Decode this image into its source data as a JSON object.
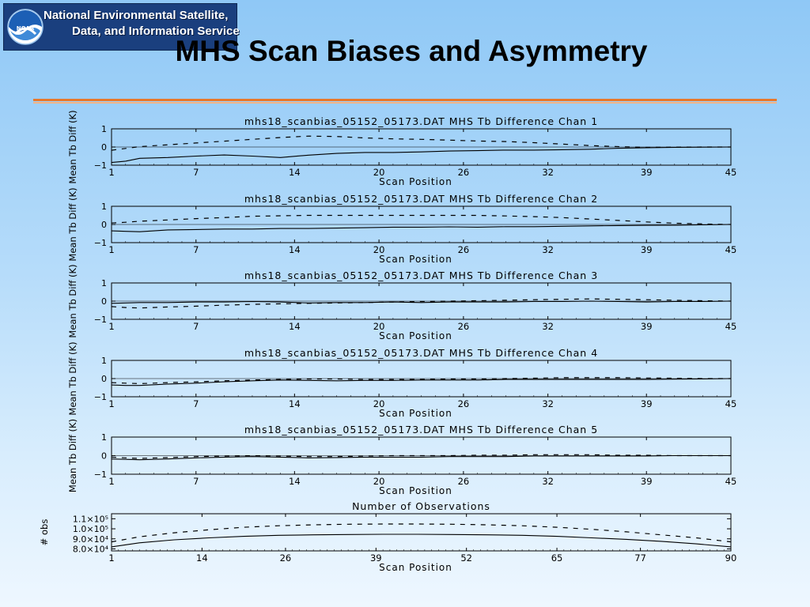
{
  "header": {
    "logo_line1": "National Environmental Satellite,",
    "logo_line2": "Data, and Information Service",
    "logo_emblem_text": "NOAA",
    "title": "MHS Scan Biases and Asymmetry"
  },
  "chart_data": [
    {
      "type": "line",
      "title": "mhs18_scanbias_05152_05173.DAT MHS Tb Difference Chan  1",
      "xlabel": "Scan Position",
      "ylabel": "Mean Tb Diff (K)",
      "xlim": [
        1,
        45
      ],
      "ylim": [
        -1,
        1
      ],
      "xticks": [
        1,
        7,
        14,
        20,
        26,
        32,
        39,
        45
      ],
      "yticks": [
        1,
        0,
        -1
      ],
      "x": [
        1,
        2,
        3,
        5,
        7,
        9,
        11,
        13,
        15,
        17,
        19,
        21,
        23,
        25,
        27,
        29,
        31,
        33,
        35,
        37,
        39,
        41,
        43,
        45
      ],
      "series": [
        {
          "style": "solid",
          "values": [
            -0.85,
            -0.78,
            -0.62,
            -0.58,
            -0.5,
            -0.44,
            -0.5,
            -0.58,
            -0.45,
            -0.35,
            -0.3,
            -0.3,
            -0.27,
            -0.22,
            -0.2,
            -0.17,
            -0.17,
            -0.15,
            -0.12,
            -0.07,
            -0.04,
            -0.02,
            -0.01,
            0.0
          ]
        },
        {
          "style": "dashed",
          "values": [
            -0.18,
            -0.08,
            0.02,
            0.12,
            0.22,
            0.32,
            0.42,
            0.52,
            0.6,
            0.58,
            0.5,
            0.45,
            0.42,
            0.38,
            0.33,
            0.3,
            0.24,
            0.16,
            0.08,
            0.02,
            -0.02,
            -0.01,
            0.0,
            0.0
          ]
        }
      ]
    },
    {
      "type": "line",
      "title": "mhs18_scanbias_05152_05173.DAT MHS Tb Difference Chan  2",
      "xlabel": "Scan Position",
      "ylabel": "Mean Tb Diff (K)",
      "xlim": [
        1,
        45
      ],
      "ylim": [
        -1,
        1
      ],
      "xticks": [
        1,
        7,
        14,
        20,
        26,
        32,
        39,
        45
      ],
      "yticks": [
        1,
        0,
        -1
      ],
      "x": [
        1,
        2,
        3,
        5,
        7,
        9,
        11,
        13,
        15,
        17,
        19,
        21,
        23,
        25,
        27,
        29,
        31,
        33,
        35,
        37,
        39,
        41,
        43,
        45
      ],
      "series": [
        {
          "style": "solid",
          "values": [
            -0.35,
            -0.38,
            -0.4,
            -0.3,
            -0.28,
            -0.25,
            -0.25,
            -0.22,
            -0.22,
            -0.2,
            -0.18,
            -0.15,
            -0.15,
            -0.13,
            -0.15,
            -0.12,
            -0.12,
            -0.1,
            -0.08,
            -0.06,
            -0.05,
            -0.04,
            -0.02,
            0.0
          ]
        },
        {
          "style": "dashed",
          "values": [
            0.08,
            0.12,
            0.18,
            0.25,
            0.32,
            0.38,
            0.45,
            0.48,
            0.5,
            0.5,
            0.5,
            0.5,
            0.5,
            0.5,
            0.5,
            0.47,
            0.43,
            0.38,
            0.3,
            0.22,
            0.14,
            0.07,
            0.03,
            0.0
          ]
        }
      ]
    },
    {
      "type": "line",
      "title": "mhs18_scanbias_05152_05173.DAT MHS Tb Difference Chan  3",
      "xlabel": "Scan Position",
      "ylabel": "Mean Tb Diff (K)",
      "xlim": [
        1,
        45
      ],
      "ylim": [
        -1,
        1
      ],
      "xticks": [
        1,
        7,
        14,
        20,
        26,
        32,
        39,
        45
      ],
      "yticks": [
        1,
        0,
        -1
      ],
      "x": [
        1,
        2,
        3,
        5,
        7,
        9,
        11,
        13,
        15,
        17,
        19,
        21,
        23,
        25,
        27,
        29,
        31,
        33,
        35,
        37,
        39,
        41,
        43,
        45
      ],
      "series": [
        {
          "style": "solid",
          "values": [
            -0.12,
            -0.1,
            -0.08,
            -0.08,
            -0.05,
            -0.05,
            -0.02,
            -0.05,
            -0.1,
            -0.08,
            -0.08,
            -0.05,
            -0.08,
            -0.05,
            -0.05,
            -0.05,
            -0.02,
            -0.02,
            0.0,
            -0.02,
            -0.05,
            -0.02,
            -0.02,
            0.0
          ]
        },
        {
          "style": "dashed",
          "values": [
            -0.3,
            -0.35,
            -0.38,
            -0.32,
            -0.28,
            -0.22,
            -0.18,
            -0.15,
            -0.12,
            -0.1,
            -0.08,
            -0.05,
            -0.02,
            0.0,
            0.02,
            0.05,
            0.08,
            0.1,
            0.12,
            0.1,
            0.08,
            0.05,
            0.02,
            0.0
          ]
        }
      ]
    },
    {
      "type": "line",
      "title": "mhs18_scanbias_05152_05173.DAT MHS Tb Difference Chan  4",
      "xlabel": "Scan Position",
      "ylabel": "Mean Tb Diff (K)",
      "xlim": [
        1,
        45
      ],
      "ylim": [
        -1,
        1
      ],
      "xticks": [
        1,
        7,
        14,
        20,
        26,
        32,
        39,
        45
      ],
      "yticks": [
        1,
        0,
        -1
      ],
      "x": [
        1,
        2,
        3,
        5,
        7,
        9,
        11,
        13,
        15,
        17,
        19,
        21,
        23,
        25,
        27,
        29,
        31,
        33,
        35,
        37,
        39,
        41,
        43,
        45
      ],
      "series": [
        {
          "style": "solid",
          "values": [
            -0.35,
            -0.38,
            -0.38,
            -0.3,
            -0.25,
            -0.18,
            -0.12,
            -0.08,
            -0.1,
            -0.12,
            -0.1,
            -0.1,
            -0.08,
            -0.08,
            -0.08,
            -0.05,
            -0.05,
            -0.05,
            -0.05,
            -0.05,
            -0.05,
            -0.03,
            -0.02,
            0.0
          ]
        },
        {
          "style": "dashed",
          "values": [
            -0.22,
            -0.25,
            -0.28,
            -0.22,
            -0.18,
            -0.12,
            -0.08,
            -0.05,
            -0.02,
            -0.02,
            -0.05,
            -0.05,
            -0.05,
            -0.02,
            -0.02,
            0.0,
            0.02,
            0.05,
            0.05,
            0.05,
            0.03,
            0.02,
            0.0,
            0.0
          ]
        }
      ]
    },
    {
      "type": "line",
      "title": "mhs18_scanbias_05152_05173.DAT MHS Tb Difference Chan  5",
      "xlabel": "Scan Position",
      "ylabel": "Mean Tb Diff (K)",
      "xlim": [
        1,
        45
      ],
      "ylim": [
        -1,
        1
      ],
      "xticks": [
        1,
        7,
        14,
        20,
        26,
        32,
        39,
        45
      ],
      "yticks": [
        1,
        0,
        -1
      ],
      "x": [
        1,
        2,
        3,
        5,
        7,
        9,
        11,
        13,
        15,
        17,
        19,
        21,
        23,
        25,
        27,
        29,
        31,
        33,
        35,
        37,
        39,
        41,
        43,
        45
      ],
      "series": [
        {
          "style": "solid",
          "values": [
            -0.18,
            -0.2,
            -0.22,
            -0.18,
            -0.12,
            -0.08,
            -0.05,
            -0.08,
            -0.12,
            -0.1,
            -0.08,
            -0.08,
            -0.08,
            -0.05,
            -0.05,
            -0.05,
            -0.02,
            -0.02,
            -0.02,
            -0.02,
            -0.02,
            0.0,
            0.0,
            0.0
          ]
        },
        {
          "style": "dashed",
          "values": [
            -0.08,
            -0.12,
            -0.15,
            -0.1,
            -0.05,
            -0.02,
            0.0,
            -0.02,
            -0.05,
            -0.05,
            -0.02,
            0.0,
            0.0,
            0.0,
            0.02,
            0.02,
            0.05,
            0.05,
            0.05,
            0.02,
            0.02,
            0.0,
            0.0,
            0.0
          ]
        }
      ]
    },
    {
      "type": "line",
      "title": "Number of Observations",
      "xlabel": "Scan Position",
      "ylabel": "# obs",
      "xlim": [
        1,
        90
      ],
      "ylim": [
        78000,
        115000
      ],
      "xticks": [
        1,
        14,
        26,
        39,
        52,
        65,
        77,
        90
      ],
      "yticks": [
        110000,
        100000,
        90000,
        80000
      ],
      "ytick_labels": [
        "1.1×10⁵",
        "1.0×10⁵",
        "9.0×10⁴",
        "8.0×10⁴"
      ],
      "x": [
        1,
        5,
        10,
        15,
        20,
        25,
        30,
        35,
        40,
        45,
        50,
        55,
        60,
        65,
        70,
        75,
        80,
        85,
        90
      ],
      "series": [
        {
          "style": "solid",
          "values": [
            82000,
            86000,
            89000,
            91000,
            92500,
            93500,
            94000,
            94300,
            94500,
            94500,
            94300,
            94000,
            93500,
            92500,
            91000,
            89500,
            87500,
            85000,
            82000
          ]
        },
        {
          "style": "dashed",
          "values": [
            87000,
            92000,
            96000,
            99000,
            101500,
            103000,
            104000,
            104500,
            104800,
            104800,
            104500,
            104000,
            103000,
            101500,
            99500,
            97000,
            94000,
            91000,
            87000
          ]
        }
      ]
    }
  ]
}
